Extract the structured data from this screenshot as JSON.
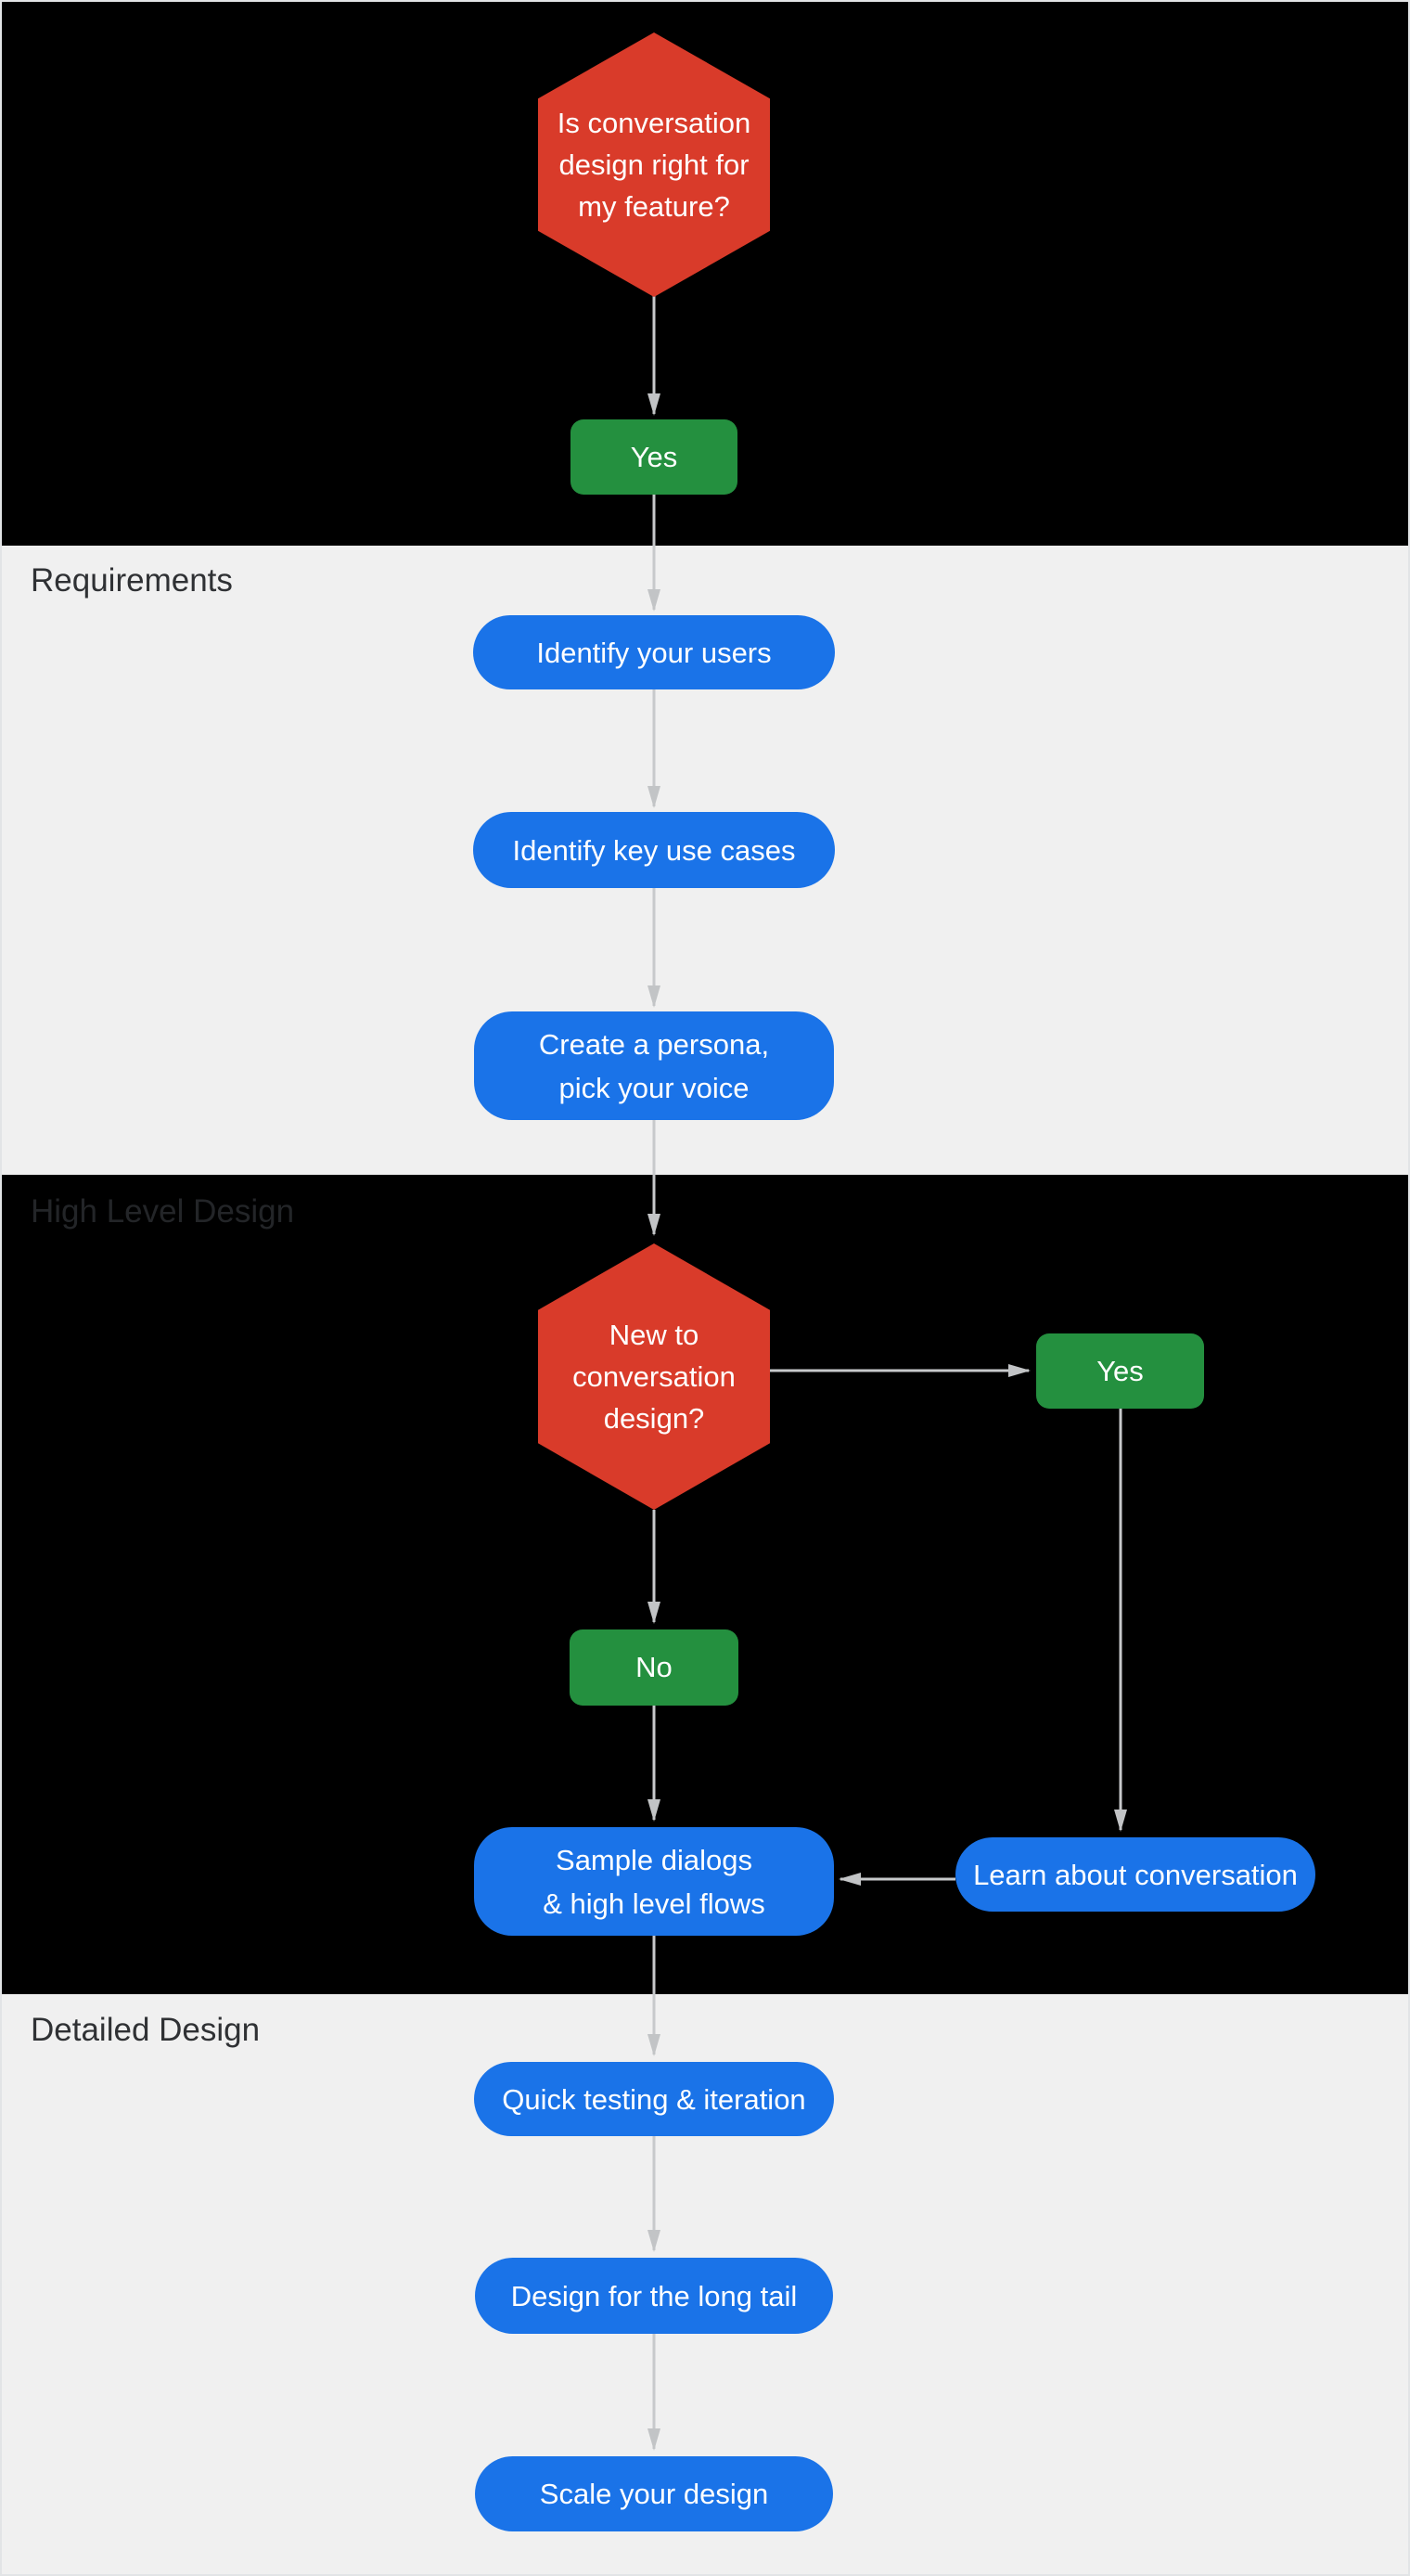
{
  "colors": {
    "node_blue": "#1A73E8",
    "node_green": "#24903F",
    "node_red": "#D93B2A",
    "band_dark": "#000000",
    "band_light": "#F0F0F0",
    "arrow": "#C7C9CB",
    "node_text": "#FFFFFF",
    "section_label_on_light": "#2F3134",
    "section_label_on_dark": "#232528"
  },
  "sections": [
    {
      "label": "",
      "theme": "dark"
    },
    {
      "label": "Requirements",
      "theme": "light"
    },
    {
      "label": "High Level Design",
      "theme": "dark"
    },
    {
      "label": "Detailed Design",
      "theme": "light"
    }
  ],
  "nodes": {
    "decision_feature": {
      "type": "decision",
      "shape": "hexagon",
      "color": "red",
      "lines": [
        "Is conversation",
        "design right for",
        "my feature?"
      ]
    },
    "yes_start": {
      "type": "answer",
      "shape": "rect",
      "color": "green",
      "label": "Yes"
    },
    "identify_users": {
      "type": "step",
      "shape": "pill",
      "color": "blue",
      "label": "Identify your users"
    },
    "identify_use_cases": {
      "type": "step",
      "shape": "pill",
      "color": "blue",
      "label": "Identify key use cases"
    },
    "create_persona": {
      "type": "step",
      "shape": "pill",
      "color": "blue",
      "lines": [
        "Create a persona,",
        "pick your voice"
      ]
    },
    "decision_new": {
      "type": "decision",
      "shape": "hexagon",
      "color": "red",
      "lines": [
        "New to",
        "conversation",
        "design?"
      ]
    },
    "yes_new": {
      "type": "answer",
      "shape": "rect",
      "color": "green",
      "label": "Yes"
    },
    "no_new": {
      "type": "answer",
      "shape": "rect",
      "color": "green",
      "label": "No"
    },
    "sample_dialogs": {
      "type": "step",
      "shape": "pill",
      "color": "blue",
      "lines": [
        "Sample dialogs",
        "& high level flows"
      ]
    },
    "learn_conversation": {
      "type": "step",
      "shape": "pill",
      "color": "blue",
      "label": "Learn about conversation"
    },
    "quick_testing": {
      "type": "step",
      "shape": "pill",
      "color": "blue",
      "label": "Quick testing & iteration"
    },
    "design_long_tail": {
      "type": "step",
      "shape": "pill",
      "color": "blue",
      "label": "Design for the long tail"
    },
    "scale_design": {
      "type": "step",
      "shape": "pill",
      "color": "blue",
      "label": "Scale your design"
    }
  },
  "edges": [
    {
      "from": "decision_feature",
      "to": "yes_start",
      "direction": "down"
    },
    {
      "from": "yes_start",
      "to": "identify_users",
      "direction": "down"
    },
    {
      "from": "identify_users",
      "to": "identify_use_cases",
      "direction": "down"
    },
    {
      "from": "identify_use_cases",
      "to": "create_persona",
      "direction": "down"
    },
    {
      "from": "create_persona",
      "to": "decision_new",
      "direction": "down"
    },
    {
      "from": "decision_new",
      "to": "yes_new",
      "direction": "right"
    },
    {
      "from": "decision_new",
      "to": "no_new",
      "direction": "down"
    },
    {
      "from": "no_new",
      "to": "sample_dialogs",
      "direction": "down"
    },
    {
      "from": "yes_new",
      "to": "learn_conversation",
      "direction": "down"
    },
    {
      "from": "learn_conversation",
      "to": "sample_dialogs",
      "direction": "left"
    },
    {
      "from": "sample_dialogs",
      "to": "quick_testing",
      "direction": "down"
    },
    {
      "from": "quick_testing",
      "to": "design_long_tail",
      "direction": "down"
    },
    {
      "from": "design_long_tail",
      "to": "scale_design",
      "direction": "down"
    }
  ]
}
